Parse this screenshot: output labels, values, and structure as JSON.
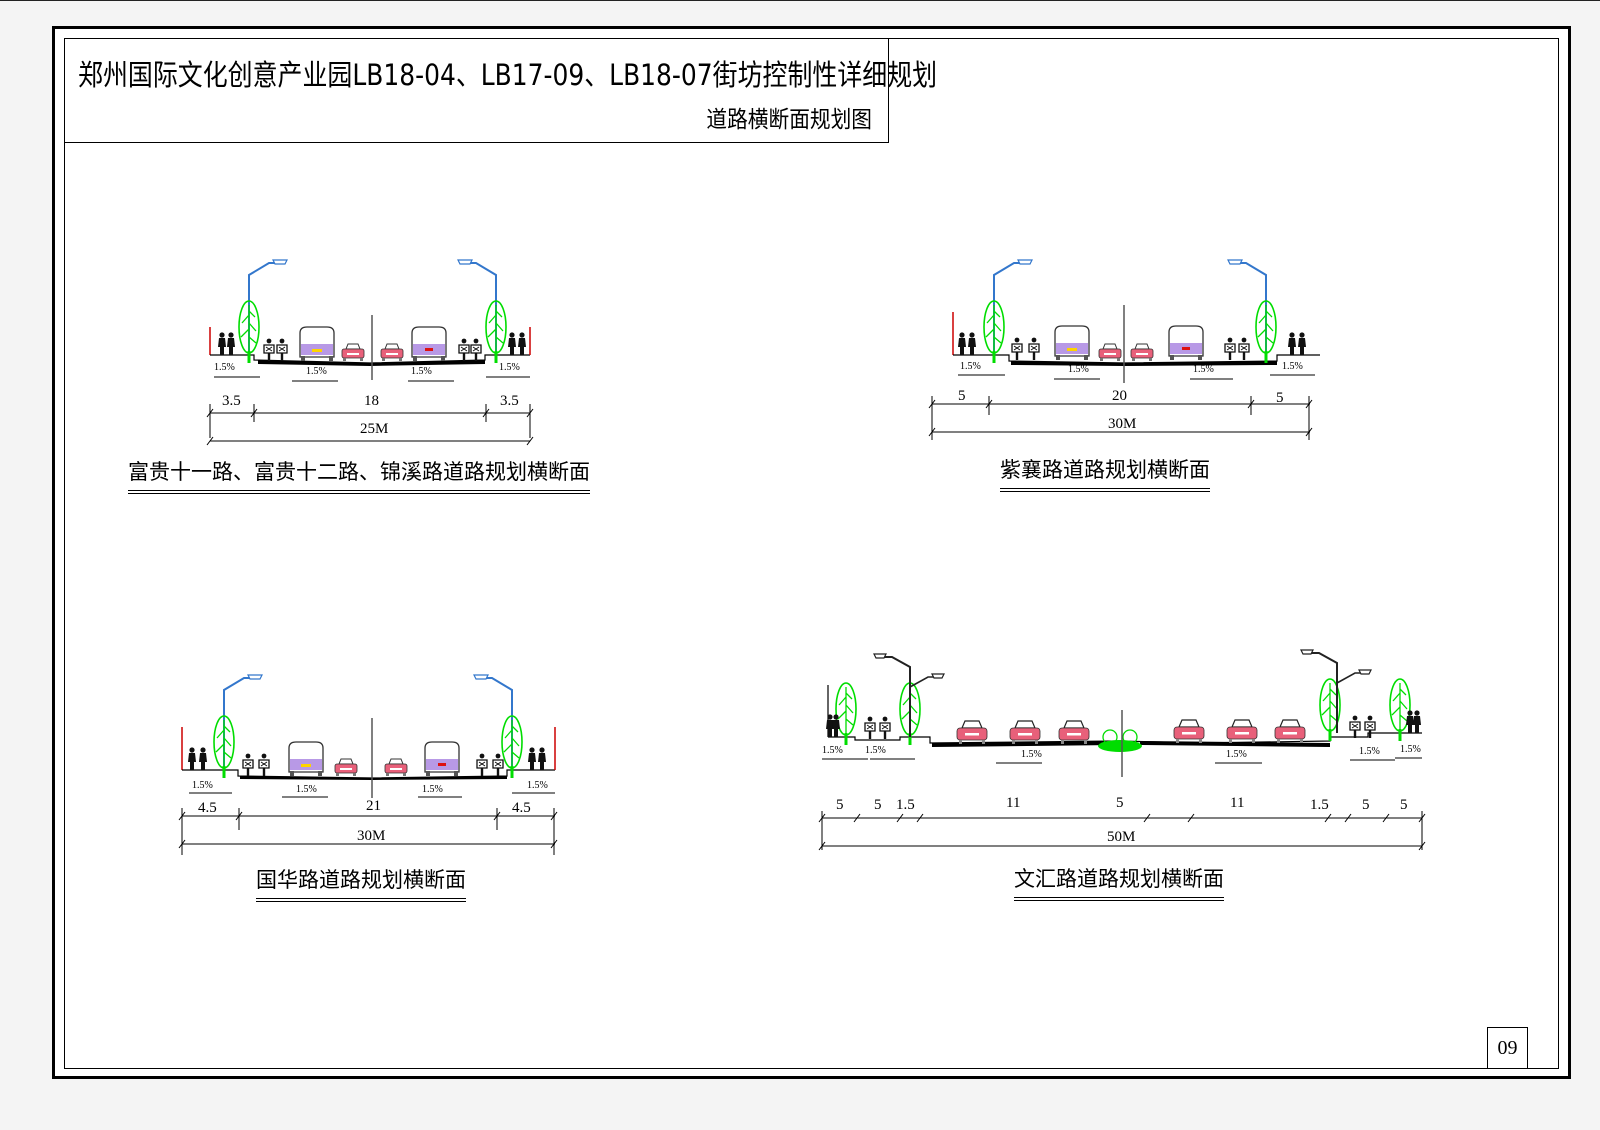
{
  "title": {
    "main": "郑州国际文化创意产业园LB18-04、LB17-09、LB18-07街坊控制性详细规划",
    "sub": "道路横断面规划图"
  },
  "page_number": "09",
  "sections": [
    {
      "id": "fugui",
      "caption": "富贵十一路、富贵十二路、锦溪路道路规划横断面",
      "segments": [
        "3.5",
        "18",
        "3.5"
      ],
      "total": "25M",
      "slopes": [
        "1.5%",
        "1.5%",
        "1.5%",
        "1.5%"
      ]
    },
    {
      "id": "zixiang",
      "caption": "紫襄路道路规划横断面",
      "segments": [
        "5",
        "20",
        "5"
      ],
      "total": "30M",
      "slopes": [
        "1.5%",
        "1.5%",
        "1.5%",
        "1.5%"
      ]
    },
    {
      "id": "guohua",
      "caption": "国华路道路规划横断面",
      "segments": [
        "4.5",
        "21",
        "4.5"
      ],
      "total": "30M",
      "slopes": [
        "1.5%",
        "1.5%",
        "1.5%",
        "1.5%"
      ]
    },
    {
      "id": "wenhui",
      "caption": "文汇路道路规划横断面",
      "segments": [
        "5",
        "5",
        "1.5",
        "11",
        "5",
        "11",
        "1.5",
        "5",
        "5"
      ],
      "total": "50M",
      "slopes": [
        "1.5%",
        "1.5%",
        "1.5%",
        "1.5%",
        "1.5%",
        "1.5%"
      ]
    }
  ],
  "colors": {
    "tree": "#00dd00",
    "lamp": "#3377cc",
    "bus": "#b899e6",
    "car": "#e8607a",
    "curb": "#cc0000"
  }
}
